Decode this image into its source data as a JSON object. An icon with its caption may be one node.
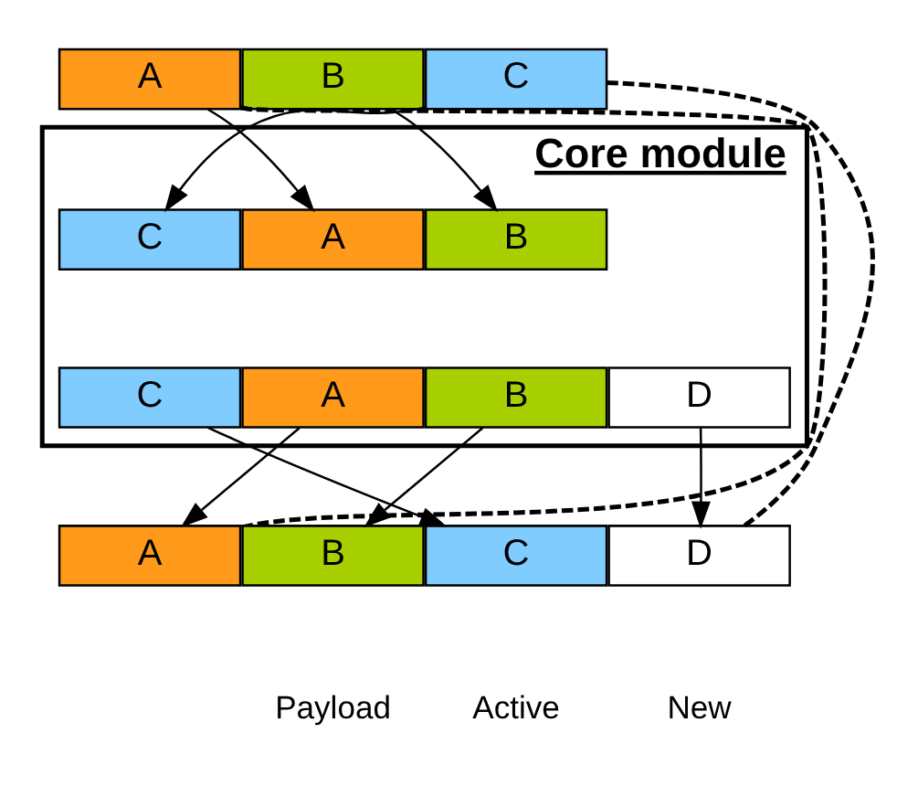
{
  "diagram": {
    "nodes": [
      {
        "text": [
          "A"
        ]
      },
      {
        "text": [
          "B"
        ]
      },
      {
        "text": [
          "C"
        ]
      },
      {
        "text": [
          "Core module"
        ]
      },
      {
        "text": [
          "C"
        ],
        "in": 3
      },
      {
        "text": [
          "A"
        ],
        "in": 3
      },
      {
        "text": [
          "B"
        ],
        "in": 3
      },
      {
        "text": [
          "C"
        ],
        "in": 3
      },
      {
        "text": [
          "A"
        ],
        "in": 3
      },
      {
        "text": [
          "B"
        ],
        "in": 3
      },
      {
        "text": [
          "D"
        ],
        "in": 3
      },
      {
        "text": [
          "A"
        ]
      },
      {
        "text": [
          "B"
        ]
      },
      {
        "text": [
          "C"
        ]
      },
      {
        "text": [
          "D"
        ]
      }
    ],
    "edges": [
      {
        "from": 0,
        "to": 5,
        "arrow": "to"
      },
      {
        "from": 1,
        "to": 6,
        "arrow": "to"
      },
      {
        "from": 2,
        "to": 4,
        "arrow": "to"
      },
      {
        "from": 7,
        "to": 13,
        "arrow": "to"
      },
      {
        "from": 8,
        "to": 11,
        "arrow": "to"
      },
      {
        "from": 9,
        "to": 12,
        "arrow": "to"
      },
      {
        "from": 10,
        "to": 14,
        "arrow": "to"
      },
      {
        "from": 0,
        "to": 11,
        "arrow": "none",
        "style": "dashed"
      },
      {
        "from": 2,
        "to": 14,
        "arrow": "none",
        "style": "dashed"
      }
    ],
    "labels": [
      "Payload",
      "Active",
      "New"
    ]
  }
}
